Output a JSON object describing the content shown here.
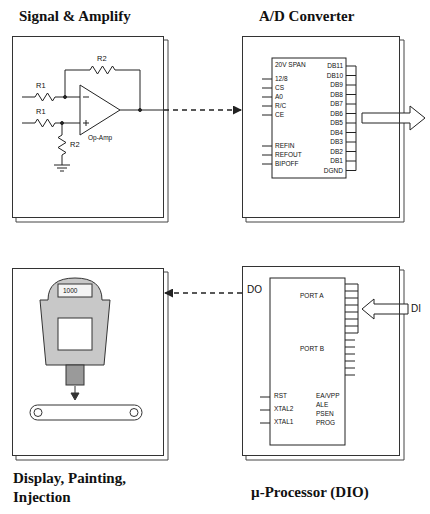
{
  "diagram": {
    "nodes": [
      {
        "text": [
          "Signal & Amplify"
        ]
      },
      {
        "text": [
          "A/D Converter"
        ]
      },
      {
        "text": [
          "Display, Painting, Injection"
        ]
      },
      {
        "text": [
          "µ-Processor (DIO)"
        ]
      }
    ],
    "edges": [
      {
        "from": 0,
        "to": 1,
        "arrow": "to"
      },
      {
        "from": 3,
        "to": 2,
        "arrow": "to"
      }
    ],
    "labels": [
      "R2",
      "R1",
      "R1",
      "R2",
      "Op-Amp",
      "20V SPAN",
      "12/8",
      "CS",
      "A0",
      "R/C",
      "CE",
      "REFIN",
      "REFOUT",
      "BIPOFF",
      "DB11",
      "DB10",
      "DB9",
      "DB8",
      "DB7",
      "DB6",
      "DB5",
      "DB4",
      "DB3",
      "DB2",
      "DB1",
      "DGND",
      "DO",
      "PORT A",
      "PORT B",
      "RST",
      "XTAL2",
      "XTAL1",
      "EA/VPP",
      "ALE",
      "PSEN",
      "PROG",
      "DI",
      "1000"
    ]
  }
}
